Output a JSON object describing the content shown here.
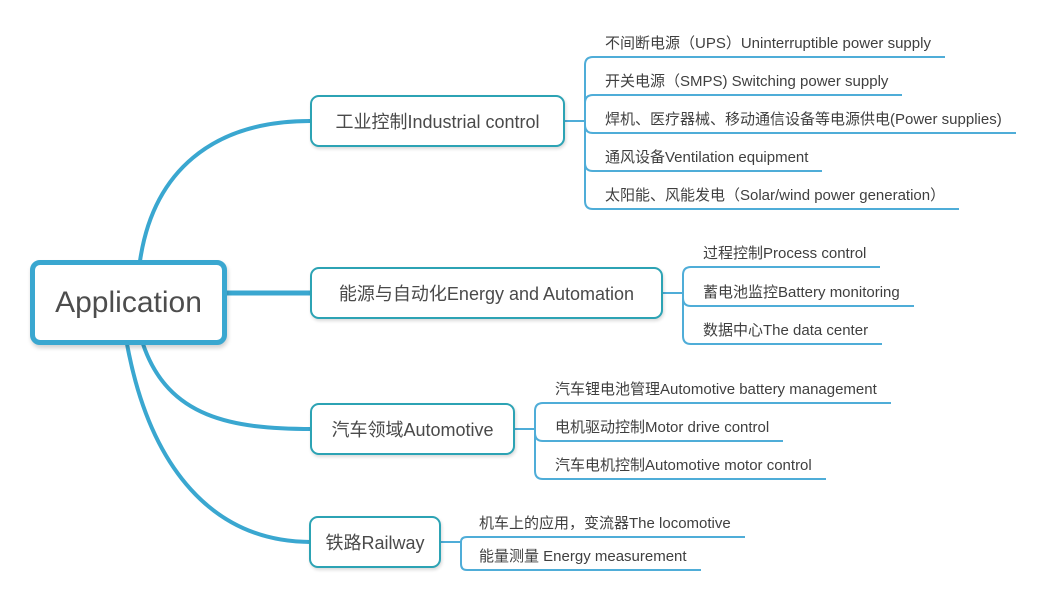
{
  "root": {
    "label": "Application"
  },
  "branches": [
    {
      "label": "工业控制Industrial control",
      "leaves": [
        "不间断电源（UPS）Uninterruptible power supply",
        "开关电源（SMPS) Switching power supply",
        "焊机、医疗器械、移动通信设备等电源供电(Power supplies)",
        "通风设备Ventilation equipment",
        "太阳能、风能发电（Solar/wind power generation）"
      ]
    },
    {
      "label": "能源与自动化Energy and Automation",
      "leaves": [
        "过程控制Process control",
        "蓄电池监控Battery monitoring",
        "数据中心The data center"
      ]
    },
    {
      "label": "汽车领域Automotive",
      "leaves": [
        "汽车锂电池管理Automotive battery management",
        "电机驱动控制Motor drive control",
        "汽车电机控制Automotive motor control"
      ]
    },
    {
      "label": "铁路Railway",
      "leaves": [
        "机车上的应用，变流器The locomotive",
        "能量测量 Energy measurement"
      ]
    }
  ],
  "colors": {
    "root_accent": "#3AA7D0",
    "branch_border": "#2CA3B4",
    "leaf_line": "#4FADD8",
    "text": "#4A4A4A"
  }
}
